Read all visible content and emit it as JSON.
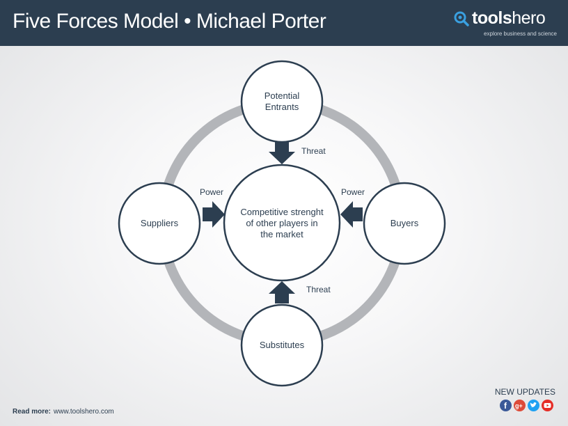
{
  "header": {
    "title": "Five Forces Model • Michael Porter",
    "brand_bold": "tools",
    "brand_light": "hero",
    "brand_tagline": "explore business and science"
  },
  "nodes": {
    "potential_entrants": "Potential\nEntrants",
    "suppliers": "Suppliers",
    "center": "Competitive strenght\nof other players in\nthe market",
    "buyers": "Buyers",
    "substitutes": "Substitutes"
  },
  "arrows": {
    "top": "Threat",
    "left": "Power",
    "right": "Power",
    "bottom": "Threat"
  },
  "footer": {
    "read_more_label": "Read more:",
    "read_more_url": "www.toolshero.com",
    "updates_label": "NEW UPDATES",
    "social_icons": [
      "facebook-icon",
      "google-plus-icon",
      "twitter-icon",
      "youtube-icon"
    ]
  },
  "colors": {
    "header": "#2c3e50",
    "node_stroke": "#2c3e50",
    "ring": "#b3b5b9",
    "arrow": "#2c3e50",
    "facebook": "#3b5998",
    "google_plus": "#dd4b39",
    "twitter": "#1da1f2",
    "youtube": "#e52d27"
  }
}
